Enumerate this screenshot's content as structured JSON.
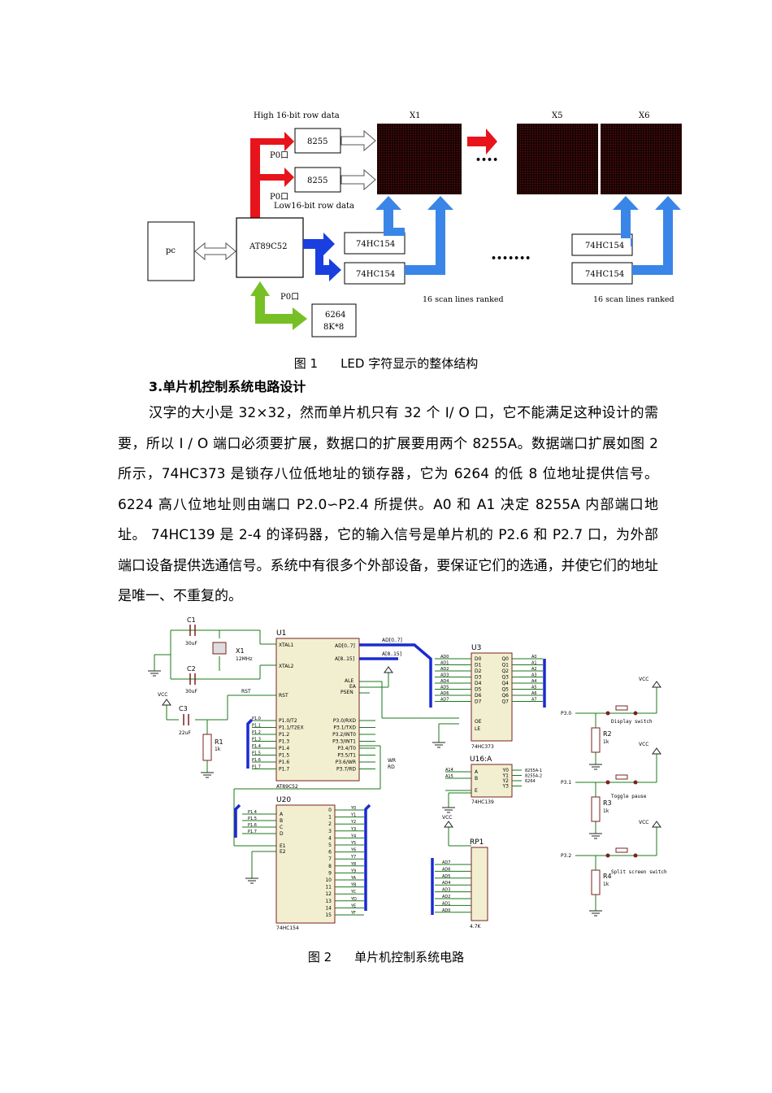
{
  "figure1": {
    "labels": {
      "high_row": "High 16-bit row data",
      "low_row": "Low16-bit row data",
      "x1": "X1",
      "x5": "X5",
      "x6": "X6",
      "chip_8255_a": "8255",
      "chip_8255_b": "8255",
      "p0_a": "P0口",
      "p0_b": "P0口",
      "p0_c": "P0口",
      "pc": "pc",
      "mcu": "AT89C52",
      "dec1": "74HC154",
      "dec2": "74HC154",
      "dec3": "74HC154",
      "dec4": "74HC154",
      "mem_line1": "6264",
      "mem_line2": "8K*8",
      "scan1": "16 scan lines ranked",
      "scan2": "16 scan lines ranked",
      "dots_small": "••••",
      "dots_large": "•••••••"
    },
    "caption_num": "图 1",
    "caption_text": "LED 字符显示的整体结构",
    "colors": {
      "red": "#e8141b",
      "blue": "#1a3fe0",
      "lightblue": "#3a86e8",
      "green": "#76c026",
      "panel": "#160404",
      "panel_dot": "#6b0b0b"
    }
  },
  "section": {
    "title": "3.单片机控制系统电路设计"
  },
  "paragraph": "汉字的大小是 32×32，然而单片机只有 32 个 I/ O 口，它不能满足这种设计的需要，所以 I / O 端口必须要扩展，数据口的扩展要用两个 8255A。数据端口扩展如图 2 所示，74HC373 是锁存八位低地址的锁存器，它为 6264 的低 8 位地址提供信号。6224 高八位地址则由端口 P2.0∽P2.4 所提供。A0 和 A1 决定 8255A 内部端口地址。 74HC139 是 2-4 的译码器，它的输入信号是单片机的 P2.6 和 P2.7 口，为外部端口设备提供选通信号。系统中有很多个外部设备，要保证它们的选通，并使它们的地址是唯一、不重复的。",
  "figure2": {
    "caption_num": "图 2",
    "caption_text": "单片机控制系统电路",
    "labels": {
      "c1": "C1",
      "c1v": "30uF",
      "c2": "C2",
      "c2v": "30uF",
      "c3": "C3",
      "c3v": "22uF",
      "x1": "X1",
      "x1v": "12MHz",
      "r1": "R1",
      "r1v": "1k",
      "u1": "U1",
      "u1p": "AT89C52",
      "u3": "U3",
      "u3p": "74HC373",
      "u16": "U16:A",
      "u16p": "74HC139",
      "u20": "U20",
      "u20p": "74HC154",
      "rp1": "RP1",
      "rp1v": "4.7K",
      "vcc": "VCC",
      "rst": "RST",
      "ad": "AD[0..7]",
      "a815": "A[8..15]",
      "wr": "WR",
      "rd": "RD",
      "p30": "P3.0",
      "p31": "P3.1",
      "p32": "P3.2",
      "r2": "R2",
      "r3": "R3",
      "r4": "R4",
      "rk": "1k",
      "sw1": "Display switch",
      "sw2": "Toggle pause",
      "sw3": "Split screen switch",
      "xtal1": "XTAL1",
      "xtal2": "XTAL2",
      "ale": "ALE",
      "ea": "EA",
      "psen": "PSEN",
      "u1_p1": [
        "P1.0/T2",
        "P1.1/T2EX",
        "P1.2",
        "P1.3",
        "P1.4",
        "P1.5",
        "P1.6",
        "P1.7"
      ],
      "u1_p3": [
        "P3.0/RXD",
        "P3.1/TXD",
        "P3.2/INT0",
        "P3.3/INT1",
        "P3.4/T0",
        "P3.5/T1",
        "P3.6/WR",
        "P3.7/RD"
      ],
      "u3_in": [
        "D0",
        "D1",
        "D2",
        "D3",
        "D4",
        "D5",
        "D6",
        "D7"
      ],
      "u3_out": [
        "Q0",
        "Q1",
        "Q2",
        "Q3",
        "Q4",
        "Q5",
        "Q6",
        "Q7"
      ],
      "u3_ad": [
        "AD0",
        "AD1",
        "AD2",
        "AD3",
        "AD4",
        "AD5",
        "AD6",
        "AD7"
      ],
      "u3_a": [
        "A0",
        "A1",
        "A2",
        "A3",
        "A4",
        "A5",
        "A6",
        "A7"
      ],
      "u3_oe": "OE",
      "u3_le": "LE",
      "u16_in": [
        "A",
        "B",
        "E"
      ],
      "u16_out": [
        "Y0",
        "Y1",
        "Y2",
        "Y3"
      ],
      "u16_a": [
        "A14",
        "A15"
      ],
      "u16_sig": [
        "8255A-1",
        "8255A-2",
        "6264"
      ],
      "u20_in": [
        "A",
        "B",
        "C",
        "D",
        "E1",
        "E2"
      ],
      "u20_p": [
        "P1.4",
        "P1.5",
        "P1.6",
        "P1.7"
      ],
      "u20_y": [
        "Y0",
        "Y1",
        "Y2",
        "Y3",
        "Y4",
        "Y5",
        "Y6",
        "Y7",
        "Y8",
        "Y9",
        "YA",
        "YB",
        "YC",
        "YD",
        "YE",
        "YF"
      ],
      "rp1_ad": [
        "AD7",
        "AD6",
        "AD5",
        "AD4",
        "AD3",
        "AD2",
        "AD1",
        "AD0"
      ]
    }
  }
}
